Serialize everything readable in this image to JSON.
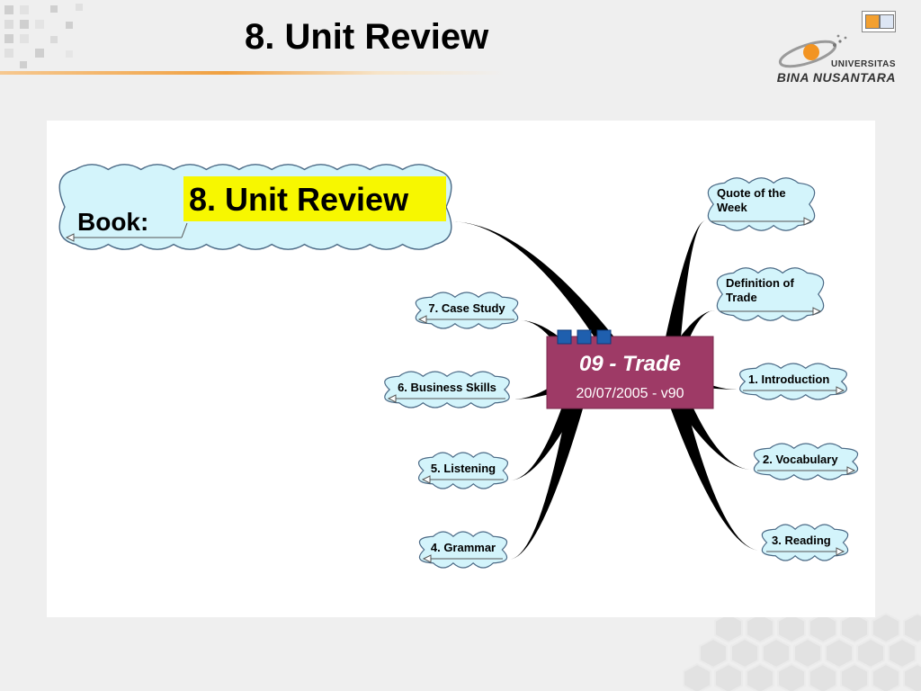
{
  "slide": {
    "title": "8. Unit Review",
    "logo": {
      "line1": "UNIVERSITAS",
      "line2": "BINA NUSANTARA"
    }
  },
  "mindmap": {
    "center": {
      "title": "09 - Trade",
      "subtitle": "20/07/2005 - v90"
    },
    "book": {
      "label": "Book:",
      "value": "8. Unit Review"
    },
    "left_nodes": [
      "7. Case Study",
      "6. Business Skills",
      "5. Listening",
      "4. Grammar"
    ],
    "right_nodes": [
      [
        "Quote of the",
        "Week"
      ],
      [
        "Definition of",
        "Trade"
      ],
      [
        "1. Introduction"
      ],
      [
        "2. Vocabulary"
      ],
      [
        "3. Reading"
      ]
    ]
  },
  "colors": {
    "center_fill": "#9e3a66",
    "cloud_fill": "#d3f4fb",
    "cloud_stroke": "#4b6a86",
    "highlight": "#f7f700",
    "branch": "#000000",
    "accent_orange": "#f0a030",
    "marker_blue": "#1f5fae"
  }
}
